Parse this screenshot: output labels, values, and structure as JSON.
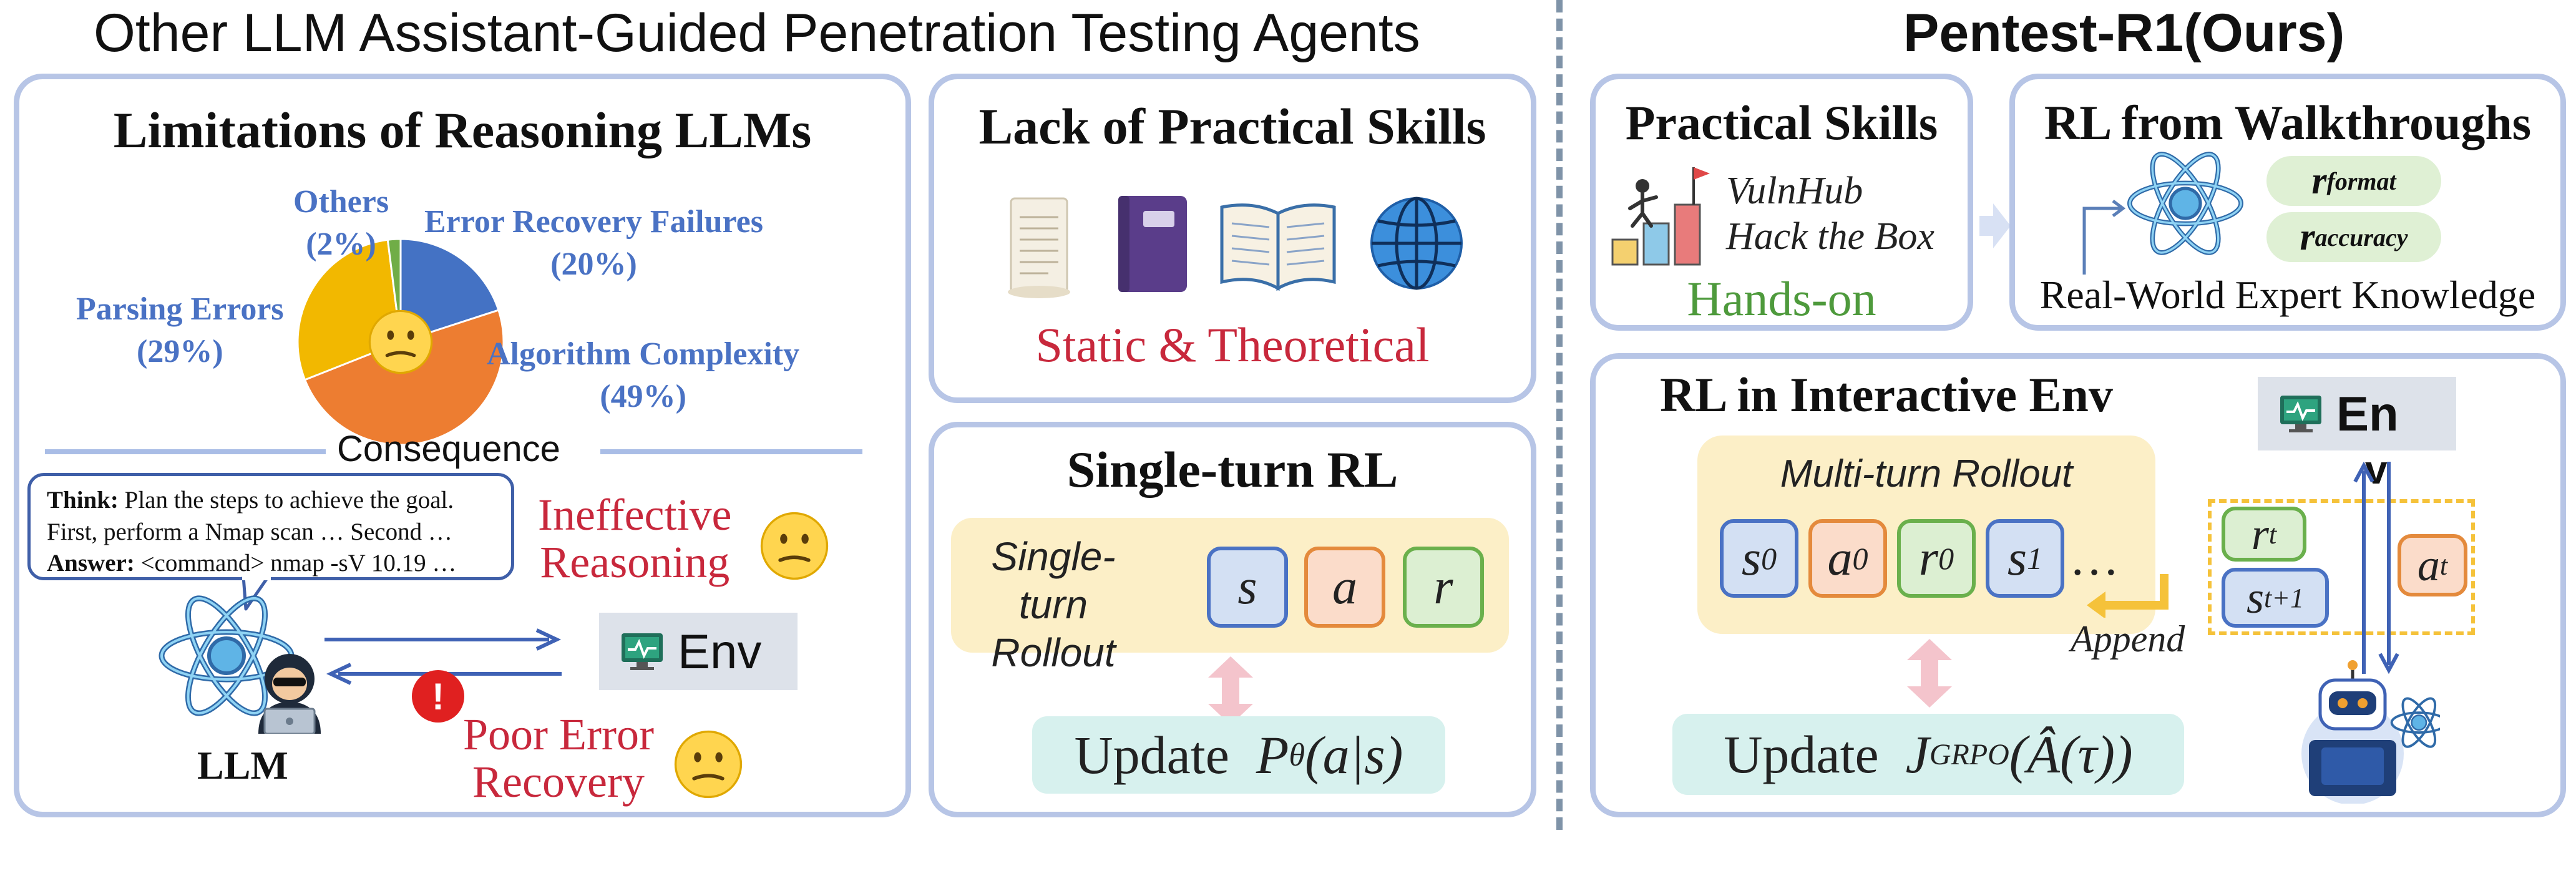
{
  "header": {
    "left_title": "Other LLM Assistant-Guided Penetration Testing Agents",
    "right_title": "Pentest-R1(Ours)"
  },
  "limitations": {
    "title": "Limitations of Reasoning LLMs",
    "chart_data": {
      "type": "pie",
      "slices": [
        {
          "label": "Error Recovery Failures",
          "value": 20,
          "color": "#4472c4"
        },
        {
          "label": "Algorithm Complexity",
          "value": 49,
          "color": "#ed7d31"
        },
        {
          "label": "Parsing Errors",
          "value": 29,
          "color": "#f2b800"
        },
        {
          "label": "Others",
          "value": 2,
          "color": "#70ad47"
        }
      ],
      "labels": {
        "others": "Others",
        "others_pct": "(2%)",
        "error_recovery": "Error Recovery Failures",
        "error_recovery_pct": "(20%)",
        "parsing": "Parsing Errors",
        "parsing_pct": "(29%)",
        "algorithm": "Algorithm Complexity",
        "algorithm_pct": "(49%)"
      }
    },
    "consequence": "Consequence",
    "bubble": {
      "think_label": "Think:",
      "think_text": "Plan the steps to achieve the goal.",
      "line2": "First, perform a Nmap scan … Second …",
      "answer_label": "Answer:",
      "answer_text": "<command> nmap -sV 10.19 …"
    },
    "ineffective_line1": "Ineffective",
    "ineffective_line2": "Reasoning",
    "poor_line1": "Poor Error",
    "poor_line2": "Recovery",
    "llm_label": "LLM",
    "env_label": "Env",
    "alert_mark": "!"
  },
  "skills": {
    "title": "Lack of Practical Skills",
    "subtitle": "Static & Theoretical"
  },
  "single_turn": {
    "title": "Single-turn RL",
    "rollout_line1": "Single-turn",
    "rollout_line2": "Rollout",
    "tokens": [
      "s",
      "a",
      "r"
    ],
    "update_word": "Update",
    "update_formula": "P",
    "update_sub": "θ",
    "update_args": "(a|s)"
  },
  "practical": {
    "title": "Practical Skills",
    "platform1": "VulnHub",
    "platform2": "Hack the Box",
    "footer": "Hands-on"
  },
  "rl_walk": {
    "title": "RL from Walkthroughs",
    "r_format": "r",
    "r_format_sub": "format",
    "r_accuracy": "r",
    "r_accuracy_sub": "accuracy",
    "footer": "Real-World Expert Knowledge"
  },
  "interactive": {
    "title": "RL in Interactive Env",
    "rollout_title": "Multi-turn Rollout",
    "tokens": [
      {
        "base": "s",
        "sub": "0",
        "kind": "s"
      },
      {
        "base": "a",
        "sub": "0",
        "kind": "a"
      },
      {
        "base": "r",
        "sub": "0",
        "kind": "r"
      },
      {
        "base": "s",
        "sub": "1",
        "kind": "s"
      }
    ],
    "ellipsis": "…",
    "append": "Append",
    "env_label": "En",
    "env_suffix": "v",
    "rt": "r",
    "rt_sub": "t",
    "st1": "s",
    "st1_sub": "t+1",
    "at": "a",
    "at_sub": "t",
    "update_word": "Update",
    "update_J": "J",
    "update_sup": "GRPO",
    "update_args": "(Â(τ))"
  }
}
